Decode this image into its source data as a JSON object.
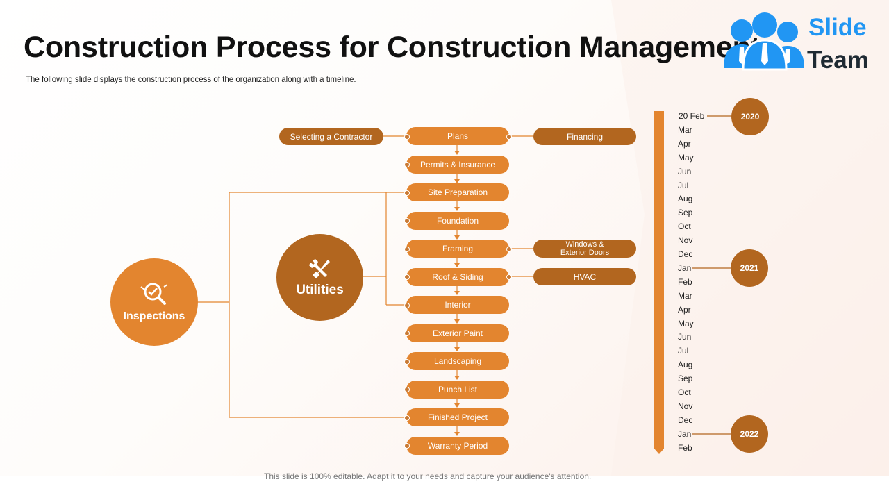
{
  "header": {
    "title": "Construction Process for Construction Management",
    "subtitle": "The following slide displays the construction process of the organization along with a timeline."
  },
  "logo": {
    "line1": "Slide",
    "line2": "Team"
  },
  "flow": {
    "main_steps": [
      "Plans",
      "Permits & Insurance",
      "Site Preparation",
      "Foundation",
      "Framing",
      "Roof & Siding",
      "Interior",
      "Exterior Paint",
      "Landscaping",
      "Punch List",
      "Finished Project",
      "Warranty Period"
    ],
    "side_left": "Selecting a Contractor",
    "side_right": [
      "Financing",
      "Windows &\nExterior Doors",
      "HVAC"
    ],
    "side_right_lines": [
      [
        "Financing"
      ],
      [
        "Windows &",
        "Exterior Doors"
      ],
      [
        "HVAC"
      ]
    ]
  },
  "circles": {
    "utilities": "Utilities",
    "inspections": "Inspections"
  },
  "timeline": {
    "months": [
      "20 Feb",
      "Mar",
      "Apr",
      "May",
      "Jun",
      "Jul",
      "Aug",
      "Sep",
      "Oct",
      "Nov",
      "Dec",
      "Jan",
      "Feb",
      "Mar",
      "Apr",
      "May",
      "Jun",
      "Jul",
      "Aug",
      "Sep",
      "Oct",
      "Nov",
      "Dec",
      "Jan",
      "Feb"
    ],
    "years": [
      "2020",
      "2021",
      "2022"
    ]
  },
  "footer": {
    "text": "This slide is 100% editable. Adapt it to your needs and capture your audience's attention."
  },
  "colors": {
    "main_step": "#e3852f",
    "side_step": "#b2661f",
    "logo_blue": "#2196F3"
  },
  "icons": [
    "inspection-check-icon",
    "tools-icon",
    "people-logo-icon"
  ]
}
